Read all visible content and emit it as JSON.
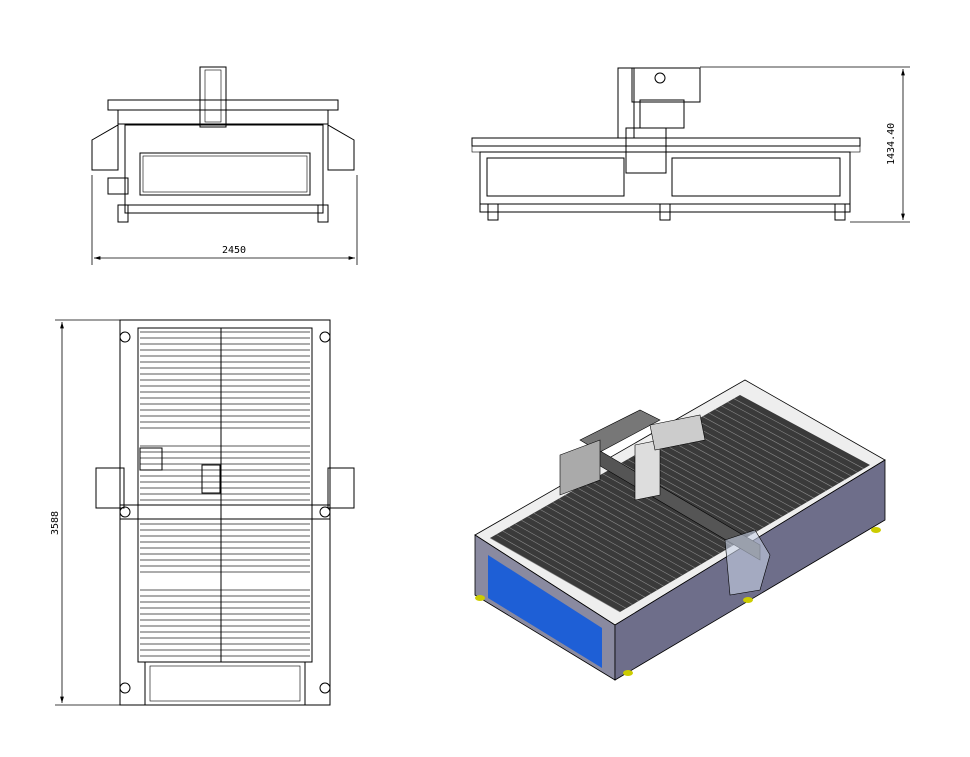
{
  "drawing": {
    "views": [
      "front-view",
      "side-view",
      "top-view",
      "isometric-view"
    ],
    "dimensions": {
      "width": "2450",
      "height": "1434.40",
      "length": "3588"
    },
    "colors": {
      "panel_blue": "#1e5fd6",
      "frame_gray": "#8a8aa0",
      "bed_dark": "#3a3a3a"
    }
  }
}
